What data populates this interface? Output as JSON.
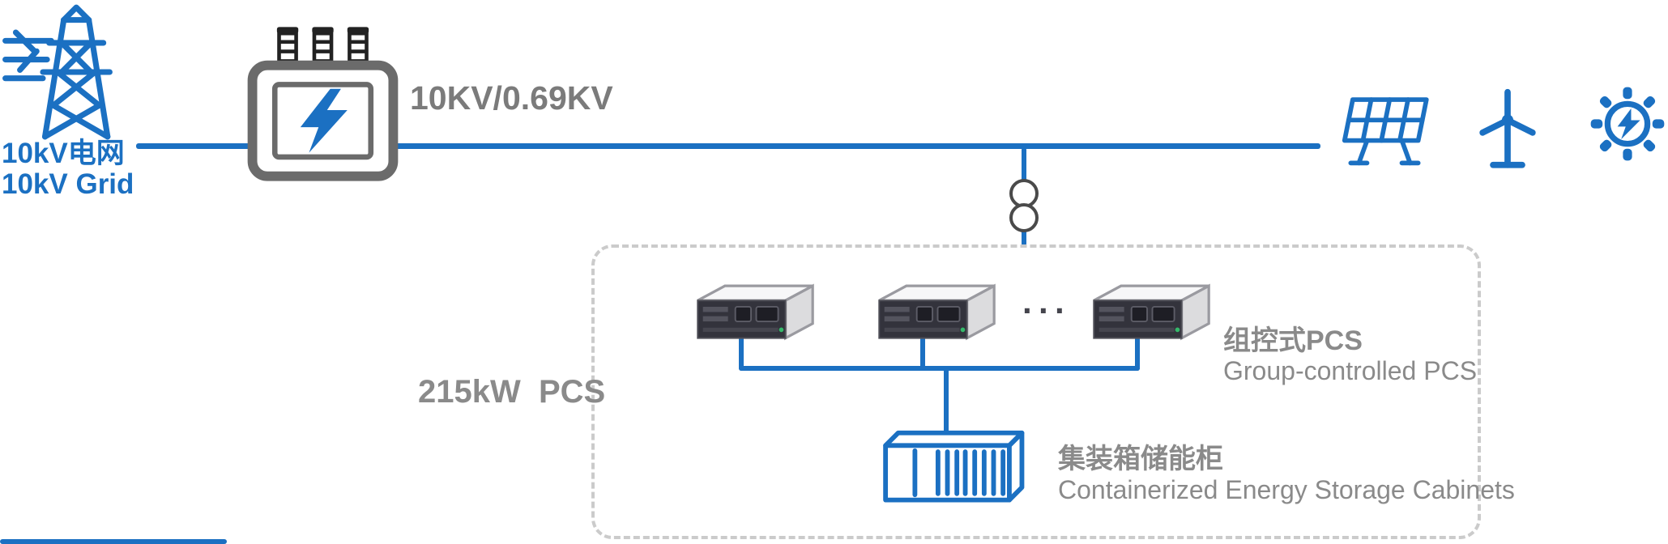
{
  "colors": {
    "accent_blue": "#1B70C2",
    "device_gray": "#6B6B6B",
    "label_gray": "#8A8A8A",
    "dashed_border": "#CBCBCB",
    "panel_dark": "#33333C"
  },
  "grid_source": {
    "label_zh": "10kV电网",
    "label_en": "10kV Grid",
    "icon": "transmission-tower-icon"
  },
  "transformer": {
    "ratio_label": "10KV/0.69KV",
    "icon": "transformer-icon"
  },
  "sources": {
    "icons": [
      "solar-panel-icon",
      "wind-turbine-icon",
      "generator-gear-icon"
    ]
  },
  "bus": {
    "tap_symbol": "double-circle-transformer-symbol"
  },
  "pcs_group": {
    "power_label": "215kW  PCS",
    "unit_icon": "pcs-server-icon",
    "unit_count_shown": 3,
    "ellipsis": "···",
    "label_zh": "组控式PCS",
    "label_en": "Group-controlled PCS"
  },
  "storage": {
    "icon": "container-icon",
    "label_zh": "集装箱储能柜",
    "label_en": "Containerized Energy Storage Cabinets"
  }
}
